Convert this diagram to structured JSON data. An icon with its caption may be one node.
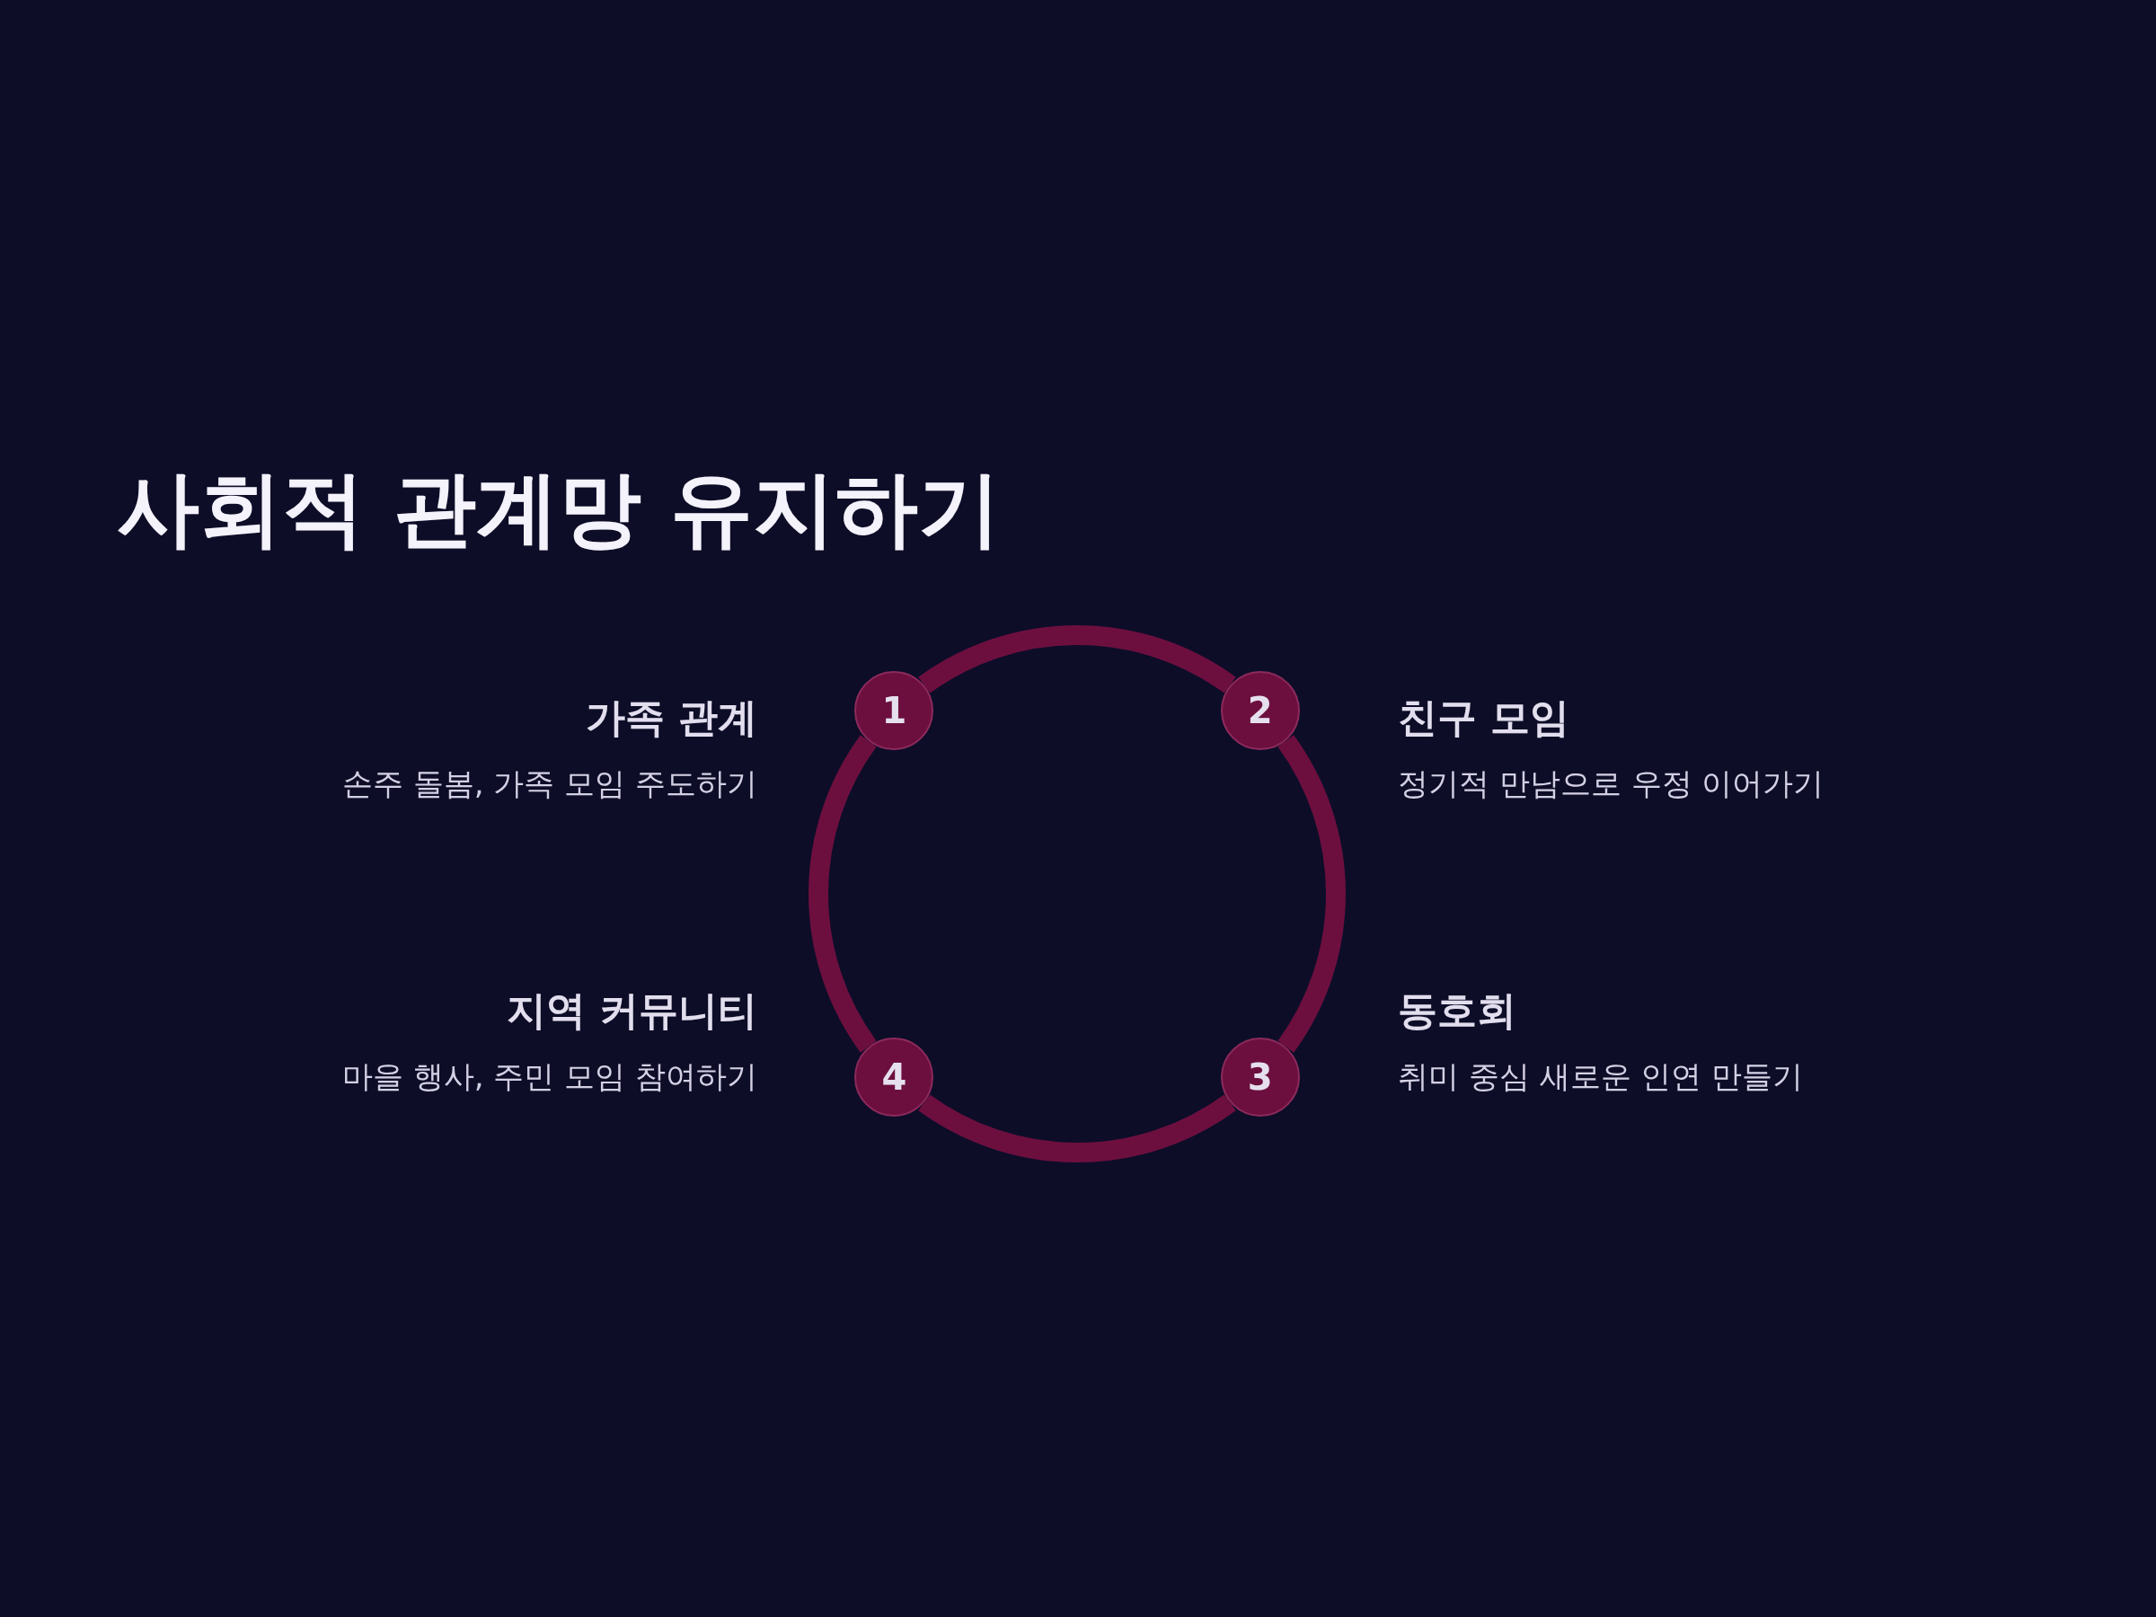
{
  "diagram": {
    "title": "사회적 관계망 유지하기",
    "nodes": [
      {
        "text": [
          "1"
        ],
        "beside": [
          "가족 관계",
          "손주 돌봄, 가족 모임 주도하기"
        ]
      },
      {
        "text": [
          "2"
        ],
        "beside": [
          "친구 모임",
          "정기적 만남으로 우정 이어가기"
        ]
      },
      {
        "text": [
          "3"
        ],
        "beside": [
          "동호회",
          "취미 중심 새로운 인연 만들기"
        ]
      },
      {
        "text": [
          "4"
        ],
        "beside": [
          "지역 커뮤니티",
          "마을 행사, 주민 모임 참여하기"
        ]
      }
    ],
    "edges": [
      {
        "from": 0,
        "to": 1,
        "arrow": "none"
      },
      {
        "from": 1,
        "to": 2,
        "arrow": "none"
      },
      {
        "from": 2,
        "to": 3,
        "arrow": "none"
      },
      {
        "from": 3,
        "to": 0,
        "arrow": "none"
      }
    ]
  }
}
